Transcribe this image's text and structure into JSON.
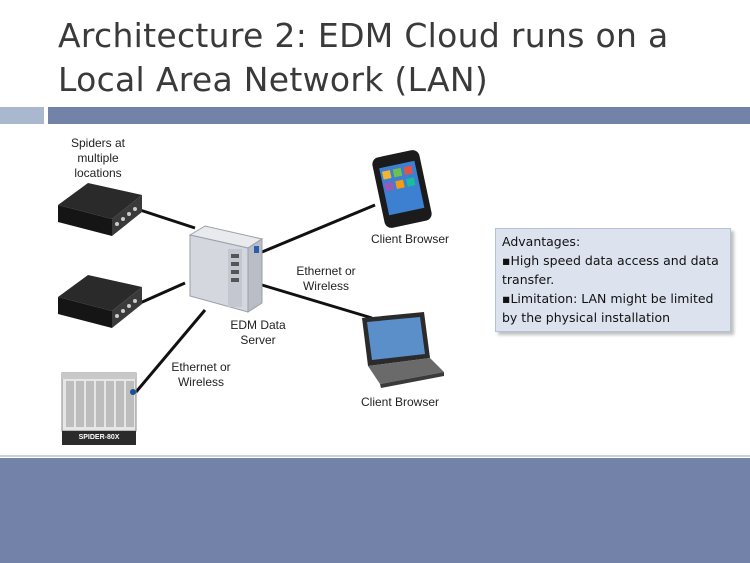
{
  "slide": {
    "title": "Architecture 2: EDM Cloud runs on a Local Area Network (LAN)"
  },
  "diagram": {
    "spiders_label": "Spiders at multiple locations",
    "server_label": "EDM Data Server",
    "ethernet_top_label": "Ethernet or Wireless",
    "ethernet_bottom_label": "Ethernet or Wireless",
    "client_phone_label": "Client Browser",
    "client_laptop_label": "Client Browser",
    "spider_device_text": "SPIDER-80X"
  },
  "advantages": {
    "heading": "Advantages:",
    "items": [
      "▪High speed data access and data transfer.",
      "▪Limitation: LAN might be limited by the physical installation"
    ]
  }
}
